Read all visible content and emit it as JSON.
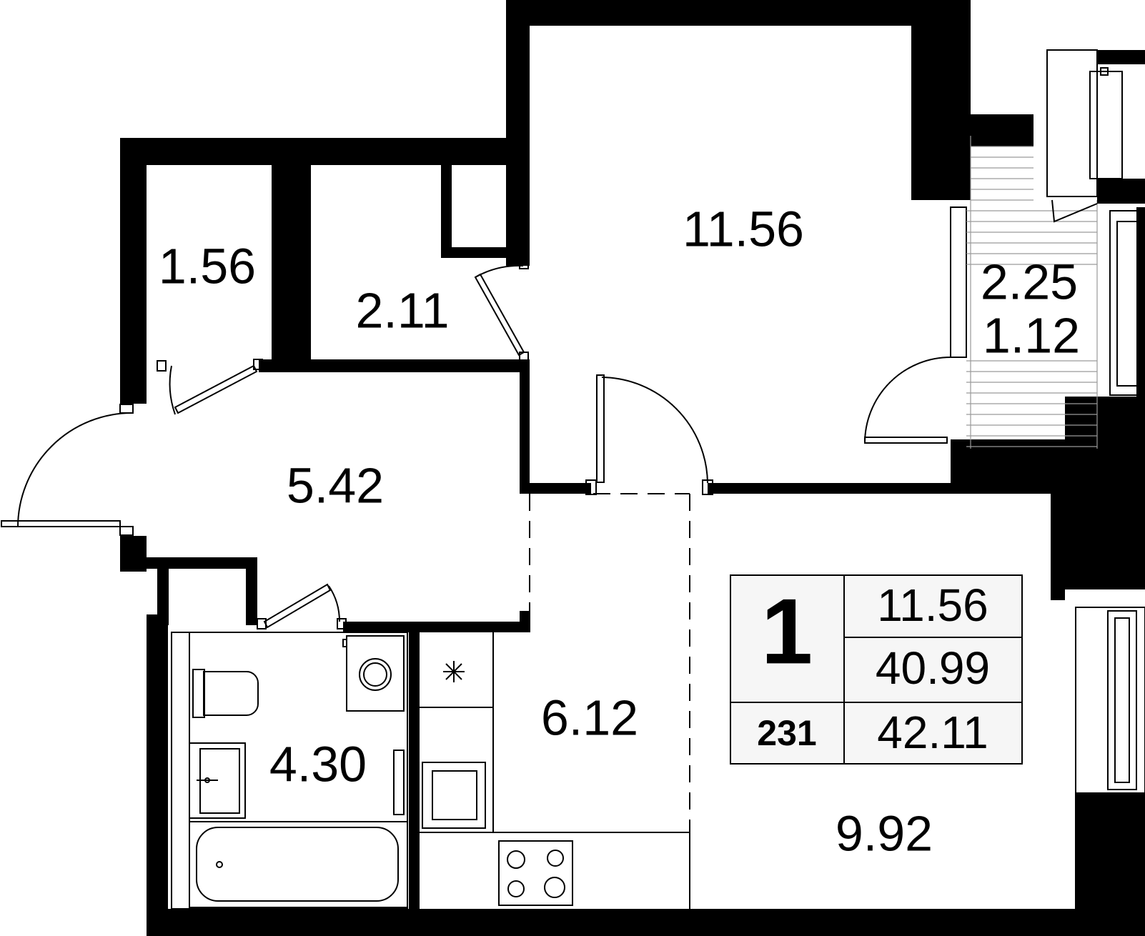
{
  "rooms": {
    "storage_a": "1.56",
    "storage_b": "2.11",
    "room": "11.56",
    "balcony_total": "2.25",
    "balcony_reduced": "1.12",
    "hall": "5.42",
    "bathroom": "4.30",
    "kitchen": "6.12",
    "living": "9.92"
  },
  "info": {
    "rooms_count": "1",
    "living_area": "11.56",
    "total_area": "40.99",
    "apartment_number": "231",
    "area_with_balcony": "42.11"
  }
}
